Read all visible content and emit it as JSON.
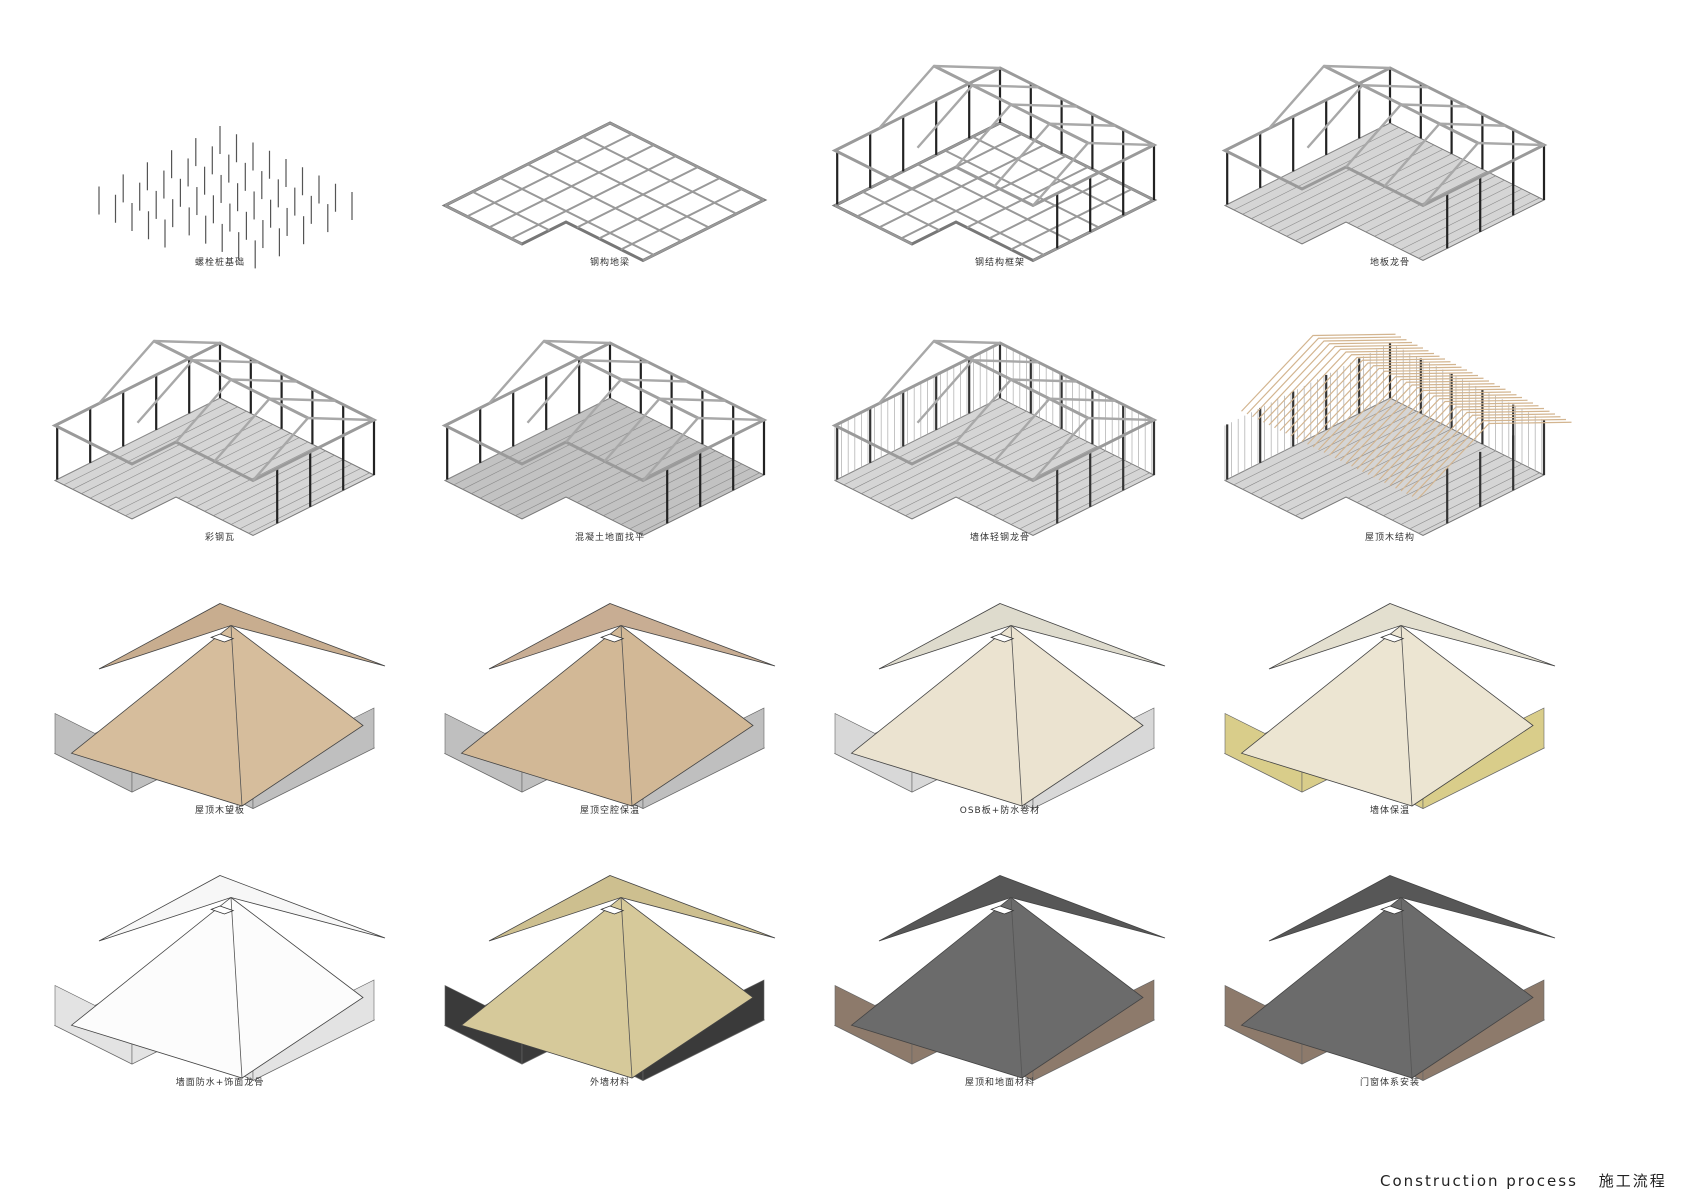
{
  "footer": {
    "title_en": "Construction process",
    "title_zh": "施工流程"
  },
  "steps": [
    {
      "label": "螺栓桩基础",
      "kind": "piles"
    },
    {
      "label": "钢构地梁",
      "kind": "grid"
    },
    {
      "label": "钢结构框架",
      "kind": "frame"
    },
    {
      "label": "地板龙骨",
      "kind": "floor"
    },
    {
      "label": "彩钢瓦",
      "kind": "frame_floor"
    },
    {
      "label": "混凝土地面找平",
      "kind": "concrete"
    },
    {
      "label": "墙体轻钢龙骨",
      "kind": "studs"
    },
    {
      "label": "屋顶木结构",
      "kind": "timber"
    },
    {
      "label": "屋顶木望板",
      "kind": "roof",
      "roof": "#c8ad8f",
      "roof2": "#d6bd9c",
      "wall": "#bfbfbf"
    },
    {
      "label": "屋顶空腔保温",
      "kind": "roof",
      "roof": "#c8ad93",
      "roof2": "#d2b896",
      "wall": "#bfbfbf"
    },
    {
      "label": "OSB板+防水卷材",
      "kind": "roof",
      "roof": "#dedbcd",
      "roof2": "#ebe3d0",
      "wall": "#d8d8d8"
    },
    {
      "label": "墙体保温",
      "kind": "roof",
      "roof": "#e3dfcf",
      "roof2": "#ece5d2",
      "wall": "#d9cd8a"
    },
    {
      "label": "墙面防水+饰面龙骨",
      "kind": "roof",
      "roof": "#f7f7f7",
      "roof2": "#fcfcfc",
      "wall": "#e3e3e3"
    },
    {
      "label": "外墙材料",
      "kind": "roof",
      "roof": "#cdbf8f",
      "roof2": "#d6c99a",
      "wall": "#3a3a3a"
    },
    {
      "label": "屋顶和地面材料",
      "kind": "roof",
      "roof": "#575757",
      "roof2": "#6b6b6b",
      "wall": "#8d7a6b"
    },
    {
      "label": "门窗体系安装",
      "kind": "roof",
      "roof": "#575757",
      "roof2": "#6b6b6b",
      "wall": "#8d7a6b"
    }
  ]
}
